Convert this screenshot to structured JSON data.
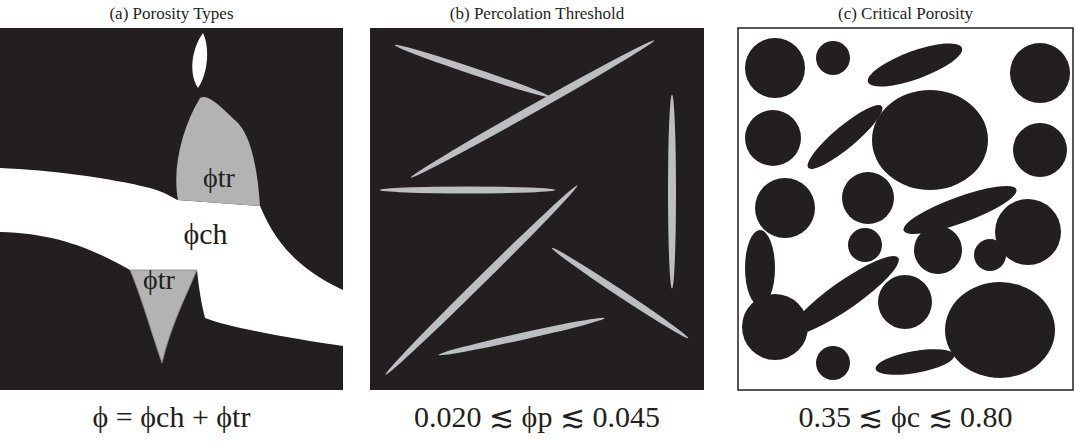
{
  "diagram": {
    "nodes": [
      {
        "text": [
          "(a) Porosity Types",
          "ϕ = ϕch + ϕtr"
        ]
      },
      {
        "text": [
          "ϕtr"
        ],
        "in": 0
      },
      {
        "text": [
          "ϕch"
        ],
        "in": 0
      },
      {
        "text": [
          "ϕtr"
        ],
        "in": 0
      },
      {
        "text": [
          "(b) Percolation Threshold",
          "0.020 ≲ ϕp ≲ 0.045"
        ]
      },
      {
        "text": [
          "(c) Critical Porosity",
          "0.35 ≲ ϕc ≲ 0.80"
        ]
      }
    ]
  }
}
